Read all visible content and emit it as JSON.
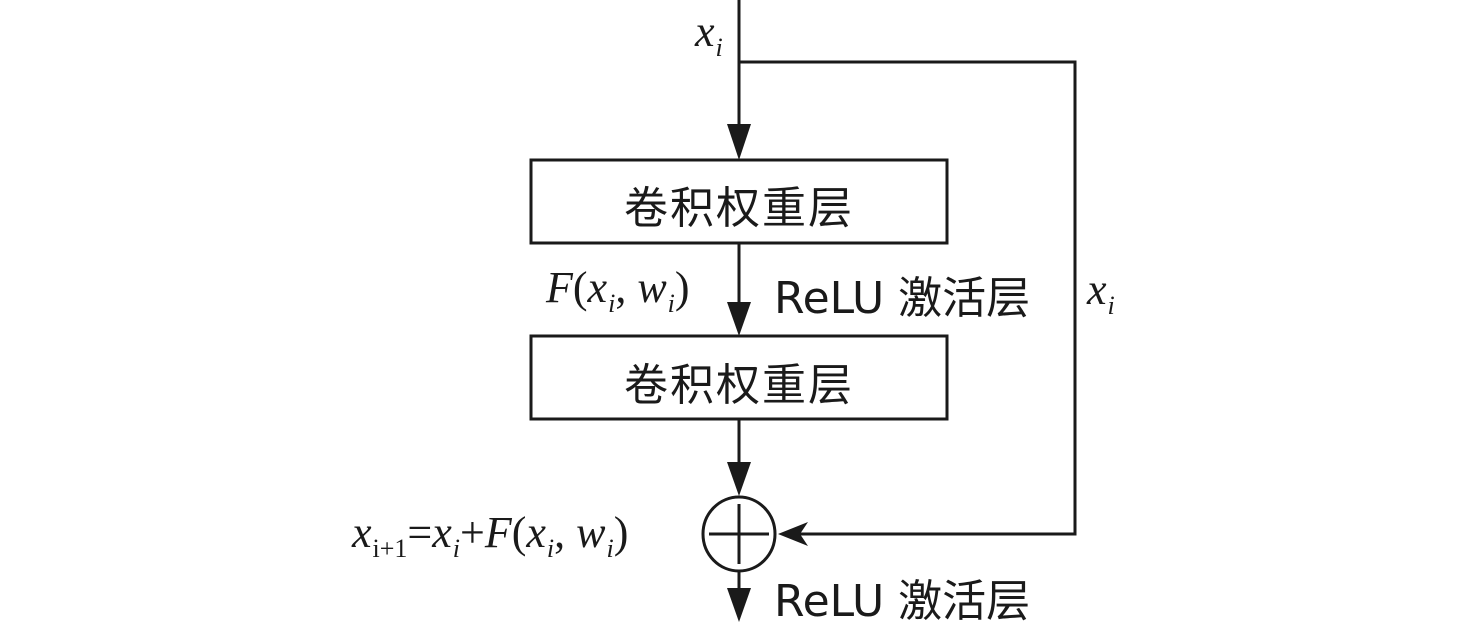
{
  "diagram": {
    "title": "Residual block",
    "input_label": {
      "var": "x",
      "sub": "i"
    },
    "shortcut_label": {
      "var": "x",
      "sub": "i"
    },
    "blocks": [
      {
        "label": "卷积权重层"
      },
      {
        "label": "卷积权重层"
      }
    ],
    "mid_function_label": {
      "fn": "F",
      "open": "(",
      "x": "x",
      "xsub": "i",
      "sep": ", ",
      "w": "w",
      "wsub": "i",
      "close": ")"
    },
    "activation_label_1": "ReLU 激活层",
    "sum_equation": {
      "lhs": "x",
      "lhs_sub": "i+1",
      "eq": "=",
      "x": "x",
      "xsub": "i",
      "plus": "+",
      "fn": "F",
      "open": "(",
      "x2": "x",
      "x2sub": "i",
      "sep": ", ",
      "w": "w",
      "wsub": "i",
      "close": ")"
    },
    "sum_node_icon": "circled-plus-icon",
    "activation_label_2": "ReLU 激活层"
  }
}
